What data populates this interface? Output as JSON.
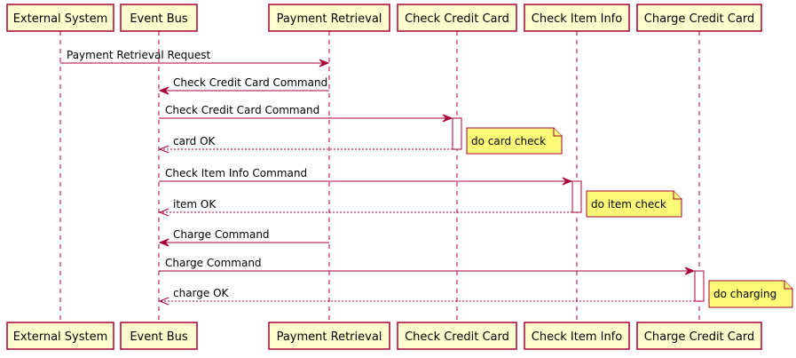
{
  "participants": [
    {
      "name": "External System"
    },
    {
      "name": "Event Bus"
    },
    {
      "name": "Payment Retrieval"
    },
    {
      "name": "Check Credit Card"
    },
    {
      "name": "Check Item Info"
    },
    {
      "name": "Charge Credit Card"
    }
  ],
  "messages": [
    {
      "from": 0,
      "to": 2,
      "label": "Payment Retrieval Request",
      "style": "solid"
    },
    {
      "from": 2,
      "to": 1,
      "label": "Check Credit Card Command",
      "style": "solid"
    },
    {
      "from": 1,
      "to": 3,
      "label": "Check Credit Card Command",
      "style": "solid"
    },
    {
      "from": 3,
      "to": 1,
      "label": "card OK",
      "style": "dashed"
    },
    {
      "from": 1,
      "to": 4,
      "label": "Check Item Info Command",
      "style": "solid"
    },
    {
      "from": 4,
      "to": 1,
      "label": "item OK",
      "style": "dashed"
    },
    {
      "from": 2,
      "to": 1,
      "label": "Charge Command",
      "style": "solid"
    },
    {
      "from": 1,
      "to": 5,
      "label": "Charge Command",
      "style": "solid"
    },
    {
      "from": 5,
      "to": 1,
      "label": "charge OK",
      "style": "dashed"
    }
  ],
  "activations": [
    {
      "participant": 3,
      "from_message": 2,
      "to_message": 3
    },
    {
      "participant": 4,
      "from_message": 4,
      "to_message": 5
    },
    {
      "participant": 5,
      "from_message": 7,
      "to_message": 8
    }
  ],
  "notes": [
    {
      "participant": 3,
      "text": "do card check"
    },
    {
      "participant": 4,
      "text": "do item check"
    },
    {
      "participant": 5,
      "text": "do charging"
    }
  ],
  "colors": {
    "participant_fill": "#FEFECE",
    "line": "#A80036",
    "note_fill": "#FBFB77",
    "activation_fill": "#FFFFFF"
  }
}
